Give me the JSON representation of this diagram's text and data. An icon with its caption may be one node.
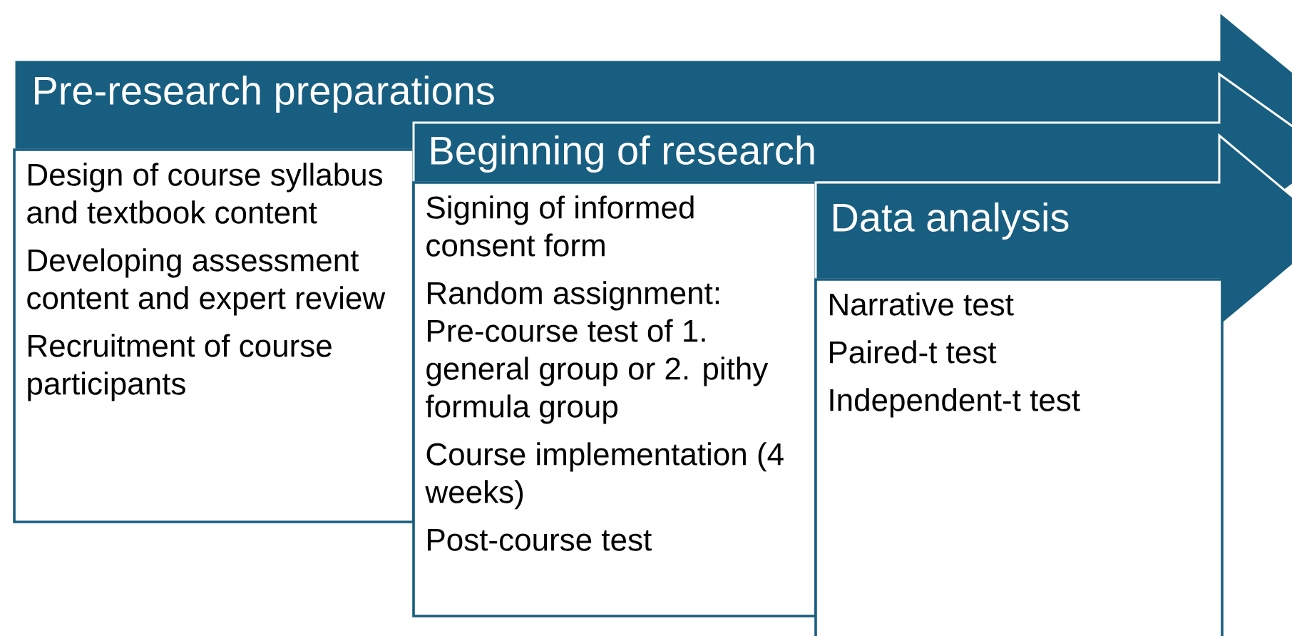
{
  "diagram": {
    "nodes": [
      {
        "text": [
          "Pre-research preparations"
        ]
      },
      {
        "text": [
          "Design of course syllabus and textbook content",
          "Developing assessment content and expert review",
          "Recruitment of course participants"
        ]
      },
      {
        "text": [
          "Beginning of research"
        ]
      },
      {
        "text": [
          "Signing of informed consent form",
          "Random assignment: Pre-course test of 1. general group or 2. pithy formula group",
          "Course implementation (4 weeks)",
          "Post-course test"
        ]
      },
      {
        "text": [
          "Data analysis"
        ]
      },
      {
        "text": [
          "Narrative test",
          "Paired-t test",
          "Independent-t test"
        ]
      }
    ]
  }
}
